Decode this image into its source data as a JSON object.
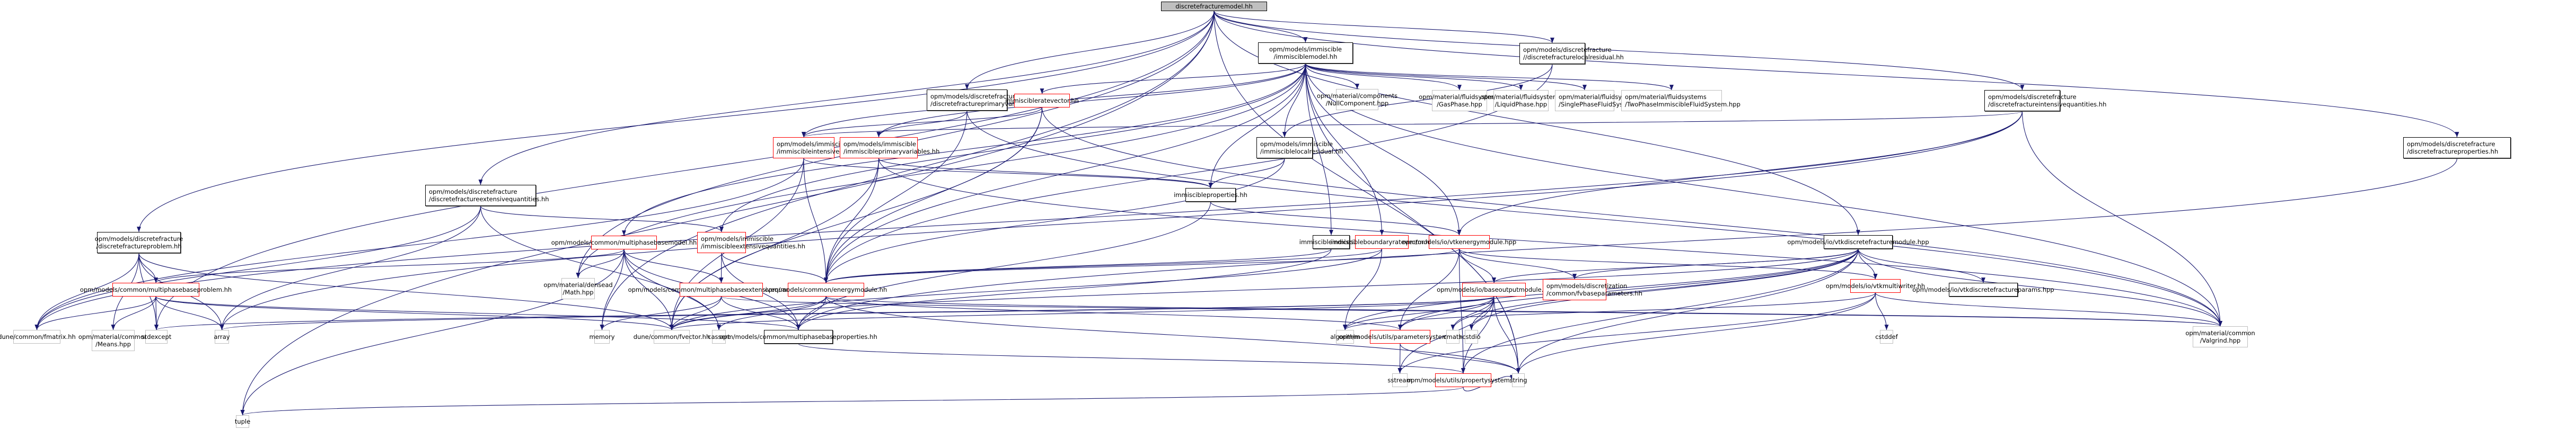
{
  "diagram": {
    "title": "discretefracturemodel.hh include dependency graph",
    "edge_color": "#191970",
    "legend_colors": {
      "root_fill": "#bfbfbf",
      "documented_border": "#000000",
      "incomplete_border": "#ff0000",
      "external_border": "#bfbfbf"
    },
    "nodes": [
      {
        "id": "root",
        "label": "discretefracturemodel.hh",
        "kind": "root"
      },
      {
        "id": "immisciblemodel",
        "label": "opm/models/immiscible\n/immisciblemodel.hh",
        "kind": "doc"
      },
      {
        "id": "df_localresidual",
        "label": "opm/models/discretefracture\n//discretefracturelocalresidual.hh",
        "kind": "doc"
      },
      {
        "id": "df_primaryvariables",
        "label": "opm/models/discretefracture\n/discretefractureprimaryvariables.hh",
        "kind": "doc"
      },
      {
        "id": "immiscibleratevector",
        "label": "immiscibleratevector.hh",
        "kind": "red"
      },
      {
        "id": "nullcomponent",
        "label": "opm/material/components\n/NullComponent.hpp",
        "kind": "ext"
      },
      {
        "id": "gasphase",
        "label": "opm/material/fluidsystems\n/GasPhase.hpp",
        "kind": "ext"
      },
      {
        "id": "liquidphase",
        "label": "opm/material/fluidsystems\n/LiquidPhase.hpp",
        "kind": "ext"
      },
      {
        "id": "singlephasefs",
        "label": "opm/material/fluidsystems\n/SinglePhaseFluidSystem.hpp",
        "kind": "ext"
      },
      {
        "id": "twophaseimmfs",
        "label": "opm/material/fluidsystems\n/TwoPhaseImmiscibleFluidSystem.hpp",
        "kind": "ext"
      },
      {
        "id": "df_intensive",
        "label": "opm/models/discretefracture\n/discretefractureintensivequantities.hh",
        "kind": "doc"
      },
      {
        "id": "imm_intensive",
        "label": "opm/models/immiscible\n/immiscibleintensivequantities.hh",
        "kind": "red"
      },
      {
        "id": "imm_primaryvariables",
        "label": "opm/models/immiscible\n/immiscibleprimaryvariables.hh",
        "kind": "red"
      },
      {
        "id": "imm_localresidual",
        "label": "opm/models/immiscible\n/immisciblelocalresidual.hh",
        "kind": "doc"
      },
      {
        "id": "df_properties",
        "label": "opm/models/discretefracture\n/discretefractureproperties.hh",
        "kind": "doc"
      },
      {
        "id": "immiscibleproperties",
        "label": "immiscibleproperties.hh",
        "kind": "doc"
      },
      {
        "id": "df_extensive",
        "label": "opm/models/discretefracture\n/discretefractureextensivequantities.hh",
        "kind": "doc"
      },
      {
        "id": "df_problem",
        "label": "opm/models/discretefracture\n/discretefractureproblem.hh",
        "kind": "doc"
      },
      {
        "id": "multiphasebasemodel",
        "label": "opm/models/common/multiphasebasemodel.hh",
        "kind": "red"
      },
      {
        "id": "imm_extensive",
        "label": "opm/models/immiscible\n/immiscibleextensivequantities.hh",
        "kind": "red"
      },
      {
        "id": "immiscibleindices",
        "label": "immiscibleindices.hh",
        "kind": "doc"
      },
      {
        "id": "imm_boundaryratevector",
        "label": "immiscibleboundaryratevector.hh",
        "kind": "red"
      },
      {
        "id": "vtkenergymodule",
        "label": "opm/models/io/vtkenergymodule.hpp",
        "kind": "red"
      },
      {
        "id": "vtkdfmodule",
        "label": "opm/models/io/vtkdiscretefracturemodule.hpp",
        "kind": "doc"
      },
      {
        "id": "multiphasebaseproblem",
        "label": "opm/models/common/multiphasebaseproblem.hh",
        "kind": "red"
      },
      {
        "id": "densead_math",
        "label": "opm/material/densead\n/Math.hpp",
        "kind": "ext"
      },
      {
        "id": "mpb_extensive",
        "label": "opm/models/common/multiphasebaseextensivequantities.hh",
        "kind": "red"
      },
      {
        "id": "energymodule",
        "label": "opm/models/common/energymodule.hh",
        "kind": "red"
      },
      {
        "id": "baseoutputmodule",
        "label": "opm/models/io/baseoutputmodule.hh",
        "kind": "red"
      },
      {
        "id": "fvbaseparameters",
        "label": "opm/models/discretization\n/common/fvbaseparameters.hh",
        "kind": "red"
      },
      {
        "id": "vtkmultiwriter",
        "label": "opm/models/io/vtkmultiwriter.hh",
        "kind": "red"
      },
      {
        "id": "vtkdfparams",
        "label": "opm/models/io/vtkdiscretefractureparams.hpp",
        "kind": "doc"
      },
      {
        "id": "fmatrix",
        "label": "dune/common/fmatrix.hh",
        "kind": "ext"
      },
      {
        "id": "means",
        "label": "opm/material/common\n/Means.hpp",
        "kind": "ext"
      },
      {
        "id": "stdexcept",
        "label": "stdexcept",
        "kind": "ext"
      },
      {
        "id": "array",
        "label": "array",
        "kind": "ext"
      },
      {
        "id": "memory",
        "label": "memory",
        "kind": "ext"
      },
      {
        "id": "fvector",
        "label": "dune/common/fvector.hh",
        "kind": "ext"
      },
      {
        "id": "cassert",
        "label": "cassert",
        "kind": "ext"
      },
      {
        "id": "mpb_properties",
        "label": "opm/models/common/multiphasebaseproperties.hh",
        "kind": "doc"
      },
      {
        "id": "algorithm",
        "label": "algorithm",
        "kind": "ext"
      },
      {
        "id": "parametersystem",
        "label": "opm/models/utils/parametersystem.hpp",
        "kind": "red"
      },
      {
        "id": "cmath",
        "label": "cmath",
        "kind": "ext"
      },
      {
        "id": "cstdio",
        "label": "cstdio",
        "kind": "ext"
      },
      {
        "id": "cstddef",
        "label": "cstddef",
        "kind": "ext"
      },
      {
        "id": "valgrind",
        "label": "opm/material/common\n/Valgrind.hpp",
        "kind": "ext"
      },
      {
        "id": "sstream",
        "label": "sstream",
        "kind": "ext"
      },
      {
        "id": "propertysystem",
        "label": "opm/models/utils/propertysystem.hh",
        "kind": "red"
      },
      {
        "id": "string",
        "label": "string",
        "kind": "ext"
      },
      {
        "id": "tuple",
        "label": "tuple",
        "kind": "ext"
      }
    ],
    "edges": [
      [
        "root",
        "immisciblemodel"
      ],
      [
        "root",
        "df_localresidual"
      ],
      [
        "root",
        "df_primaryvariables"
      ],
      [
        "root",
        "df_intensive"
      ],
      [
        "root",
        "df_extensive"
      ],
      [
        "root",
        "df_problem"
      ],
      [
        "root",
        "df_properties"
      ],
      [
        "root",
        "vtkdfmodule"
      ],
      [
        "root",
        "densead_math"
      ],
      [
        "root",
        "tuple"
      ],
      [
        "root",
        "stdexcept"
      ],
      [
        "root",
        "string"
      ],
      [
        "root",
        "memory"
      ],
      [
        "immisciblemodel",
        "immiscibleratevector"
      ],
      [
        "immisciblemodel",
        "nullcomponent"
      ],
      [
        "immisciblemodel",
        "gasphase"
      ],
      [
        "immisciblemodel",
        "liquidphase"
      ],
      [
        "immisciblemodel",
        "singlephasefs"
      ],
      [
        "immisciblemodel",
        "twophaseimmfs"
      ],
      [
        "immisciblemodel",
        "imm_intensive"
      ],
      [
        "immisciblemodel",
        "imm_primaryvariables"
      ],
      [
        "immisciblemodel",
        "imm_localresidual"
      ],
      [
        "immisciblemodel",
        "immiscibleproperties"
      ],
      [
        "immisciblemodel",
        "imm_extensive"
      ],
      [
        "immisciblemodel",
        "multiphasebasemodel"
      ],
      [
        "immisciblemodel",
        "immiscibleindices"
      ],
      [
        "immisciblemodel",
        "imm_boundaryratevector"
      ],
      [
        "immisciblemodel",
        "energymodule"
      ],
      [
        "immisciblemodel",
        "vtkenergymodule"
      ],
      [
        "immisciblemodel",
        "string"
      ],
      [
        "immisciblemodel",
        "valgrind"
      ],
      [
        "immisciblemodel",
        "densead_math"
      ],
      [
        "df_localresidual",
        "imm_localresidual"
      ],
      [
        "df_localresidual",
        "energymodule"
      ],
      [
        "df_primaryvariables",
        "imm_primaryvariables"
      ],
      [
        "df_primaryvariables",
        "energymodule"
      ],
      [
        "df_primaryvariables",
        "valgrind"
      ],
      [
        "immiscibleratevector",
        "imm_intensive"
      ],
      [
        "immiscibleratevector",
        "energymodule"
      ],
      [
        "immiscibleratevector",
        "valgrind"
      ],
      [
        "immiscibleratevector",
        "fvector"
      ],
      [
        "df_intensive",
        "imm_intensive"
      ],
      [
        "df_intensive",
        "fmatrix"
      ],
      [
        "df_intensive",
        "valgrind"
      ],
      [
        "df_intensive",
        "vtkenergymodule"
      ],
      [
        "df_intensive",
        "array"
      ],
      [
        "imm_intensive",
        "immiscibleproperties"
      ],
      [
        "imm_intensive",
        "energymodule"
      ],
      [
        "imm_intensive",
        "fvector"
      ],
      [
        "imm_intensive",
        "fmatrix"
      ],
      [
        "imm_primaryvariables",
        "immiscibleproperties"
      ],
      [
        "imm_primaryvariables",
        "energymodule"
      ],
      [
        "imm_primaryvariables",
        "fvector"
      ],
      [
        "imm_primaryvariables",
        "valgrind"
      ],
      [
        "imm_localresidual",
        "immiscibleproperties"
      ],
      [
        "imm_localresidual",
        "energymodule"
      ],
      [
        "df_properties",
        "mpb_properties"
      ],
      [
        "immiscibleproperties",
        "mpb_properties"
      ],
      [
        "immiscibleproperties",
        "vtkenergymodule"
      ],
      [
        "df_extensive",
        "imm_extensive"
      ],
      [
        "df_extensive",
        "fmatrix"
      ],
      [
        "df_extensive",
        "array"
      ],
      [
        "df_extensive",
        "cassert"
      ],
      [
        "df_problem",
        "multiphasebaseproblem"
      ],
      [
        "df_problem",
        "fmatrix"
      ],
      [
        "df_problem",
        "means"
      ],
      [
        "df_problem",
        "stdexcept"
      ],
      [
        "df_problem",
        "array"
      ],
      [
        "df_problem",
        "fvector"
      ],
      [
        "multiphasebasemodel",
        "multiphasebaseproblem"
      ],
      [
        "multiphasebasemodel",
        "densead_math"
      ],
      [
        "multiphasebasemodel",
        "mpb_extensive"
      ],
      [
        "multiphasebasemodel",
        "memory"
      ],
      [
        "multiphasebasemodel",
        "fvector"
      ],
      [
        "multiphasebasemodel",
        "cassert"
      ],
      [
        "multiphasebasemodel",
        "mpb_properties"
      ],
      [
        "multiphasebasemodel",
        "tuple"
      ],
      [
        "imm_extensive",
        "mpb_extensive"
      ],
      [
        "imm_extensive",
        "energymodule"
      ],
      [
        "imm_extensive",
        "mpb_properties"
      ],
      [
        "immiscibleindices",
        "energymodule"
      ],
      [
        "immiscibleindices",
        "mpb_properties"
      ],
      [
        "imm_boundaryratevector",
        "energymodule"
      ],
      [
        "imm_boundaryratevector",
        "fvector"
      ],
      [
        "imm_boundaryratevector",
        "algorithm"
      ],
      [
        "vtkenergymodule",
        "baseoutputmodule"
      ],
      [
        "vtkenergymodule",
        "fvbaseparameters"
      ],
      [
        "vtkenergymodule",
        "vtkmultiwriter"
      ],
      [
        "vtkenergymodule",
        "parametersystem"
      ],
      [
        "vtkenergymodule",
        "propertysystem"
      ],
      [
        "vtkenergymodule",
        "energymodule"
      ],
      [
        "vtkdfmodule",
        "baseoutputmodule"
      ],
      [
        "vtkdfmodule",
        "vtkmultiwriter"
      ],
      [
        "vtkdfmodule",
        "vtkdfparams"
      ],
      [
        "vtkdfmodule",
        "fvbaseparameters"
      ],
      [
        "vtkdfmodule",
        "parametersystem"
      ],
      [
        "vtkdfmodule",
        "propertysystem"
      ],
      [
        "vtkdfmodule",
        "valgrind"
      ],
      [
        "vtkdfmodule",
        "cstdio"
      ],
      [
        "vtkdfmodule",
        "algorithm"
      ],
      [
        "vtkdfmodule",
        "fvector"
      ],
      [
        "vtkdfmodule",
        "string"
      ],
      [
        "vtkdfmodule",
        "cmath"
      ],
      [
        "multiphasebaseproblem",
        "fmatrix"
      ],
      [
        "multiphasebaseproblem",
        "means"
      ],
      [
        "multiphasebaseproblem",
        "stdexcept"
      ],
      [
        "multiphasebaseproblem",
        "array"
      ],
      [
        "multiphasebaseproblem",
        "mpb_properties"
      ],
      [
        "multiphasebaseproblem",
        "fvector"
      ],
      [
        "mpb_extensive",
        "fvector"
      ],
      [
        "mpb_extensive",
        "mpb_properties"
      ],
      [
        "mpb_extensive",
        "valgrind"
      ],
      [
        "mpb_extensive",
        "memory"
      ],
      [
        "energymodule",
        "mpb_properties"
      ],
      [
        "energymodule",
        "fvector"
      ],
      [
        "energymodule",
        "cassert"
      ],
      [
        "energymodule",
        "string"
      ],
      [
        "energymodule",
        "valgrind"
      ],
      [
        "energymodule",
        "parametersystem"
      ],
      [
        "baseoutputmodule",
        "parametersystem"
      ],
      [
        "baseoutputmodule",
        "propertysystem"
      ],
      [
        "baseoutputmodule",
        "algorithm"
      ],
      [
        "baseoutputmodule",
        "cmath"
      ],
      [
        "baseoutputmodule",
        "cstdio"
      ],
      [
        "baseoutputmodule",
        "fvector"
      ],
      [
        "baseoutputmodule",
        "array"
      ],
      [
        "baseoutputmodule",
        "stdexcept"
      ],
      [
        "baseoutputmodule",
        "sstream"
      ],
      [
        "baseoutputmodule",
        "string"
      ],
      [
        "vtkmultiwriter",
        "cstddef"
      ],
      [
        "vtkmultiwriter",
        "valgrind"
      ],
      [
        "vtkmultiwriter",
        "sstream"
      ],
      [
        "vtkmultiwriter",
        "string"
      ],
      [
        "vtkmultiwriter",
        "algorithm"
      ],
      [
        "parametersystem",
        "sstream"
      ],
      [
        "parametersystem",
        "string"
      ],
      [
        "propertysystem",
        "tuple"
      ],
      [
        "propertysystem",
        "string"
      ],
      [
        "mpb_properties",
        "propertysystem"
      ]
    ]
  }
}
